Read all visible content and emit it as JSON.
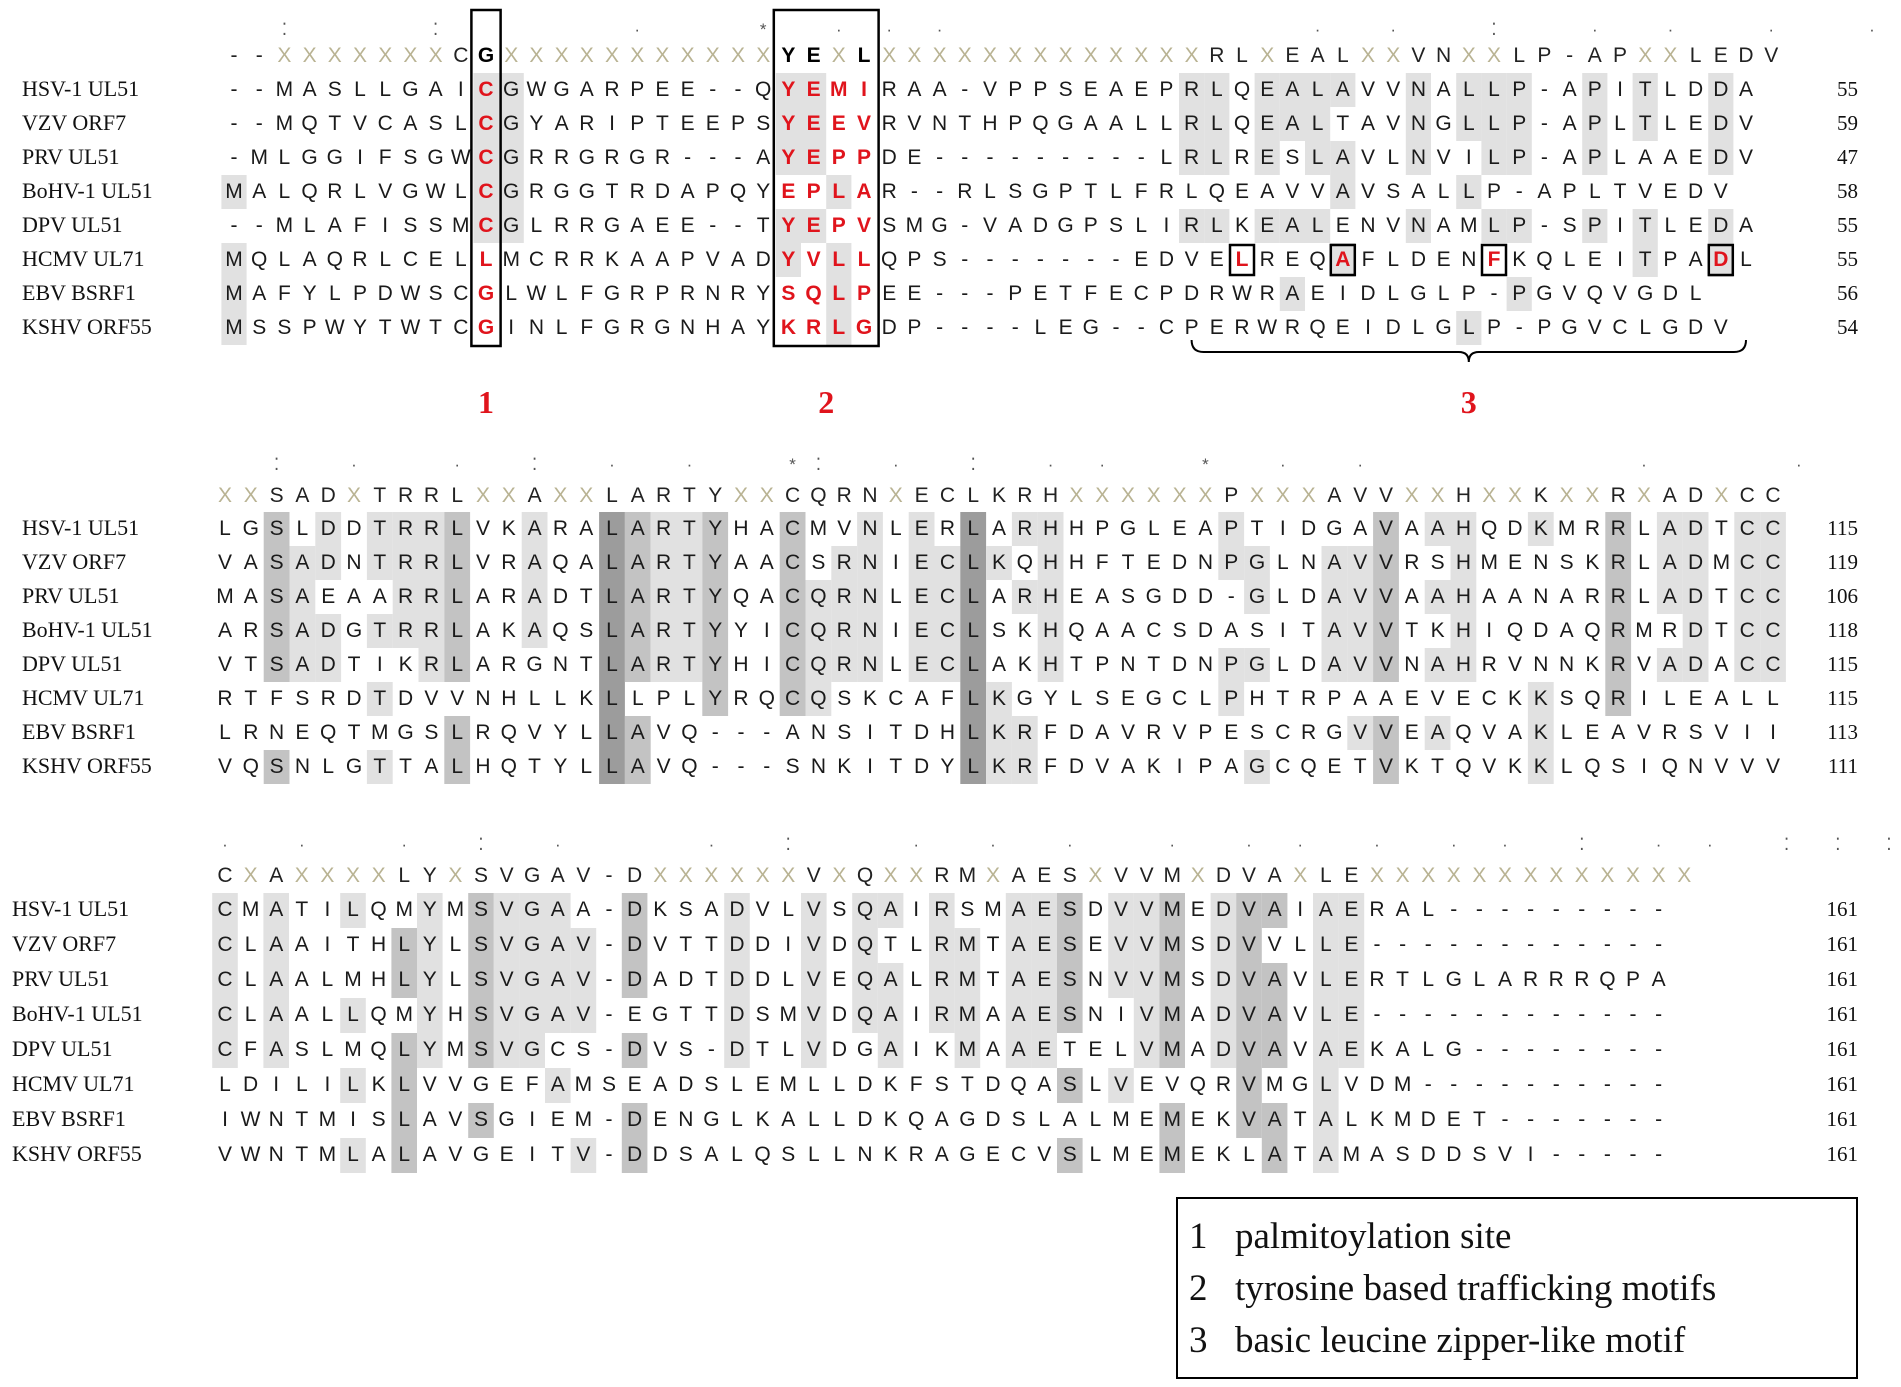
{
  "colors": {
    "dark_shade": "#9c9c9c",
    "mid_shade": "#c3c3c3",
    "light_shade": "#e1e1e1",
    "motif_red": "#e0141c",
    "consensus_x": "#b9b393"
  },
  "species": [
    "HSV-1 UL51",
    "VZV ORF7",
    "PRV UL51",
    "BoHV-1 UL51",
    "DPV UL51",
    "HCMV UL71",
    "EBV BSRF1",
    "KSHV ORF55"
  ],
  "blocks": [
    {
      "stars": "  ⁚     ⁚       ·    *  · · ·              ·  ·   ⁚   ·  ·   ·   ·  ·   ⁚ ⁚  ·   ·  ·   ·  *  ·",
      "consensus": "--XXXXXXXCGXXXXXXXXXXXYEXLXXXXXXXXXXXXXRLXEALXXVNXXLP-APXXLEDV",
      "rows": [
        "--MASLLGAICGWGARPEE--QYEMIRAA-VPPSEAEPRLQEALAVVNALLP-APITLDDA",
        "--MQTVCASLCGYARIPTEEPSYEEVRVNTHPQGAALLRLQEALTAVNGLLP-APLTLEDV",
        "-MLGGIFSGWCGRRGRGR---AYEPPDE---------LRLRESLAVLNVILP-APLAAEDV",
        "MALQRLVGWLCGRGGTRDAPQYEPLAR--RLSGPTLFRLQEAVVAVSALLP-APLTVEDV",
        "--MLAFISSMCGLRRGAEE--TYEPVSMG-VADGPSLIRLKEALENVNAMLP-SPITLEDA",
        "MQLAQRLCELLMCRRKAAPVADYVLLQPS-------EDVELREQAFLDENFKQLEITPADL",
        "MAFYLPDWSCGLWLFGRPRNRYSQLPEE---PETFECPDRWRAEIDLGLP-PGVQVGDL",
        "MSSPWYTWTCGINLFGRGNHAYKRLGDP----LEG--CPERWRQEIDLGLP-PGVCLGDV"
      ],
      "end_numbers": [
        "55",
        "59",
        "47",
        "58",
        "55",
        "55",
        "56",
        "54"
      ],
      "motif_labels": [
        "1",
        "2",
        "3"
      ]
    },
    {
      "stars": "  ⁚  ·   ·  ⁚  ·  ·   *⁚  ·  ⁚  · ·   *  ·  ·          ·     ·   ⁚      ·     ·   ⁚  ·  ·",
      "consensus": "XXSADXTRRLXXAXXLARTYXXCQRNXECLKRHXXXXXXPXXXAVVXXHXXKXXRXADXCC",
      "rows": [
        "LGSLDDTRRLVKARALARTYHACMVNLERLARHHPGLEAPTIDGAVAAHQDKMRRLADTCC",
        "VASADNTRRLVRAQALARTYAACSRNIECLKQHHFTEDNPGLNAVVRSHMENSKRLADMCC",
        "MASAEAARRLARADTLARTYQACQRNLECLARHEASGDD-GLDAVVAAHAANARRLADTCC",
        "ARSADGTRRLAKAQSLARTYYICQRNIECLSKHQAACSDASITAVVTKHIQDAQRMRDTCC",
        "VTSADTIKRLARGNTLARTYHICQRNLECLAKHTPNTDNPGLDAVVNAHRVNNKRVADACC",
        "RTFSRDTDVVNHLLKLLPLYRQCQSKCAFLKGYLSEGCLPHTRPAAEVECKKSQRILEALL",
        "LRNEQTMGSLRQVYLLAVQ---ANSITDHLKRFDAVRVPESCRGVVEAQVAKLEAVRSVII",
        "VQSNLGTTALHQTYLLAVQ---SNKITDYLKRFDVAKIPAGCQETVKTQVKKLQSIQNVVV"
      ],
      "end_numbers": [
        "115",
        "119",
        "106",
        "118",
        "115",
        "115",
        "113",
        "111"
      ]
    },
    {
      "stars": "·  ·   ·  ⁚  ·     ·  ⁚    ·  ·  ·   ·  · ·  ·  · ·  ⁚  · ·  ⁚ ⁚ ⁚  ·",
      "consensus": "CXAXXXXLYXSVGAV-DXXXXXXVXQXXRMXAESXVVMXDVAXLEXXXXXXXXXXXXX",
      "rows": [
        "CMATILQMYMSVGAA-DKSADVLVSQAIRSMAESDVVMEDVAIAERAL---------",
        "CLAAITHLYLSVGAV-DVTTDDIVDQTLRMTAESEVVMSDVVLLE------------",
        "CLAALMHLYLSVGAV-DADTDDLVEQALRMTAESNVVMSDVAVLERTLGLARRRQPA",
        "CLAALLQMYHSVGAV-EGTTDSMVDQAIRMAAESNIVMADVAVLE------------",
        "CFASLMQLYMSVGCS-DVS-DTLVDGAIKMAAETELVMADVAVAEKALG--------",
        "LDILILKLVVGEFAMSEADSLEMLLDKFSTDQASLVEVQRVMGLVDM----------",
        "IWNTMISLAVSGIEM-DENGLKALLDKQAGDSLALMEMEKVATALKMDET-------",
        "VWNTMLALAVGEITV-DDSALQSLLNKRAGECVSLMEMEKLATAMASDDSVI-----"
      ],
      "end_numbers": [
        "161",
        "161",
        "161",
        "161",
        "161",
        "161",
        "161",
        "161"
      ]
    }
  ],
  "legend": [
    {
      "num": "1",
      "text": "palmitoylation site"
    },
    {
      "num": "2",
      "text": "tyrosine based trafficking motifs"
    },
    {
      "num": "3",
      "text": "basic leucine zipper-like motif"
    }
  ]
}
